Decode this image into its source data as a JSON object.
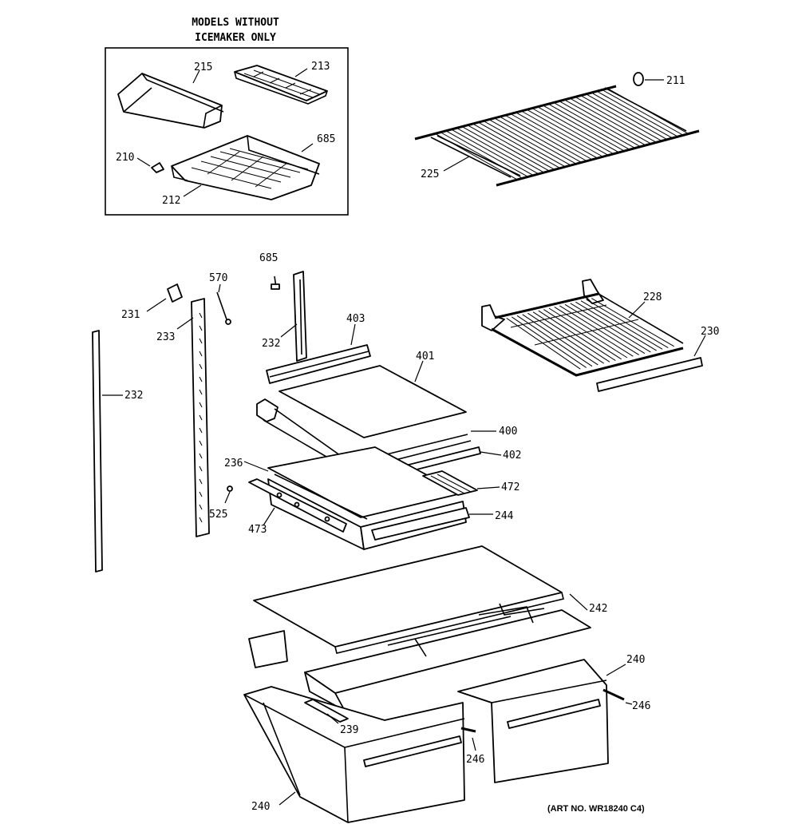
{
  "inset": {
    "heading_line1": "MODELS WITHOUT",
    "heading_line2": "ICEMAKER ONLY"
  },
  "callouts": {
    "c215": "215",
    "c213": "213",
    "c685a": "685",
    "c210": "210",
    "c212": "212",
    "c211": "211",
    "c225": "225",
    "c685b": "685",
    "c570": "570",
    "c231": "231",
    "c233": "233",
    "c232a": "232",
    "c403": "403",
    "c401": "401",
    "c228": "228",
    "c230": "230",
    "c232b": "232",
    "c400": "400",
    "c236": "236",
    "c402": "402",
    "c472": "472",
    "c525": "525",
    "c473": "473",
    "c244": "244",
    "c242": "242",
    "c240a": "240",
    "c246a": "246",
    "c239": "239",
    "c246b": "246",
    "c240b": "240"
  },
  "art_number": "(ART NO. WR18240 C4)"
}
